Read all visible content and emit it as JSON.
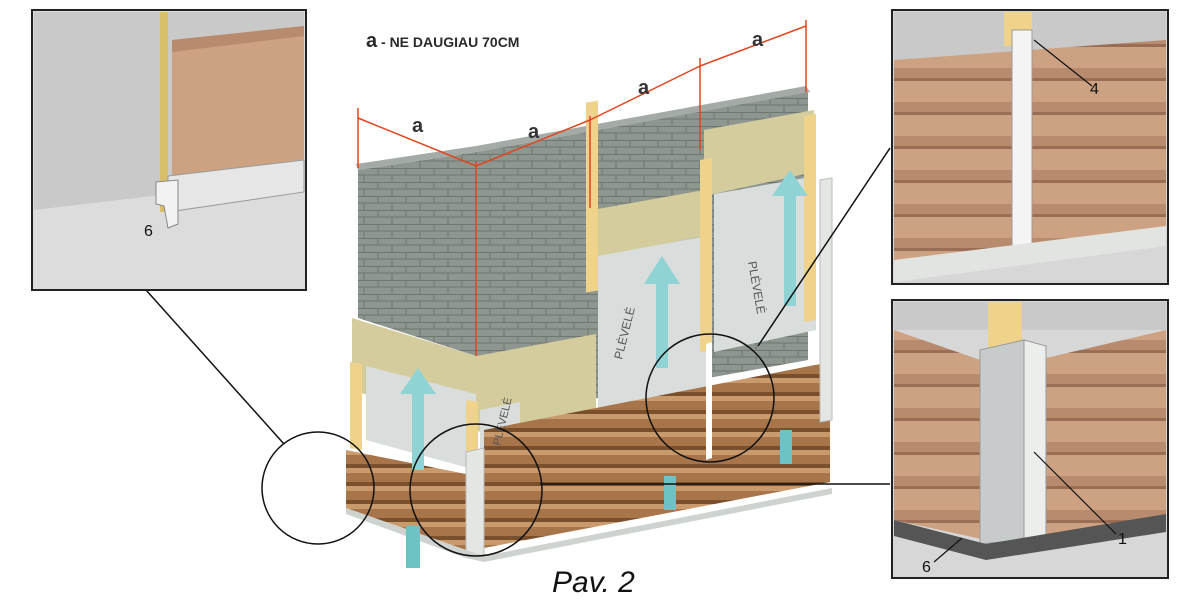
{
  "header": {
    "symbol": "a",
    "note": " - NE DAUGIAU 70CM"
  },
  "dimension_label": "a",
  "membrane_label": "PLĖVELĖ",
  "callouts": {
    "top_left": "6",
    "top_right": "4",
    "bottom_right_1": "1",
    "bottom_right_6": "6"
  },
  "caption": "Pav. 2",
  "colors": {
    "block": "#8e9690",
    "insulation": "#d4cc9c",
    "membrane": "#d9dddc",
    "siding": "#b07c4e",
    "dimension": "#e0451f",
    "airflow": "#8fd3d4",
    "wood": "#f0d38a",
    "trim": "#e4e6e4"
  },
  "icons": [
    "airflow-arrow-icon"
  ]
}
